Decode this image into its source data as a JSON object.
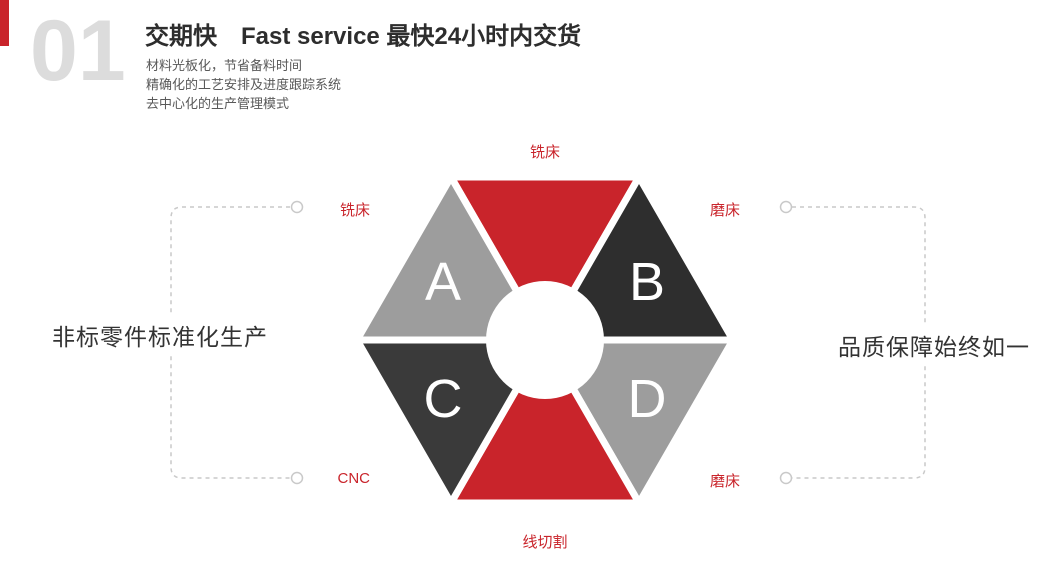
{
  "colors": {
    "accent": "#c9242b",
    "connector": "#c9c9c9",
    "title": "#2d2d2d",
    "subtitle": "#595959",
    "caption": "#333333",
    "index": "#dcdcdc",
    "letter": "#ffffff"
  },
  "header": {
    "index": "01",
    "title": "交期快　Fast service 最快24小时内交货",
    "subtitles": [
      "材料光板化，节省备料时间",
      "精确化的工艺安排及进度跟踪系统",
      "去中心化的生产管理模式"
    ]
  },
  "captions": {
    "left": "非标零件标准化生产",
    "right": "品质保障始终如一"
  },
  "diagram": {
    "labels": {
      "top": "铣床",
      "upper_left": "铣床",
      "upper_right": "磨床",
      "lower_left": "CNC",
      "lower_right": "磨床",
      "bottom": "线切割"
    },
    "segments": {
      "top": {
        "color": "#c9242b"
      },
      "upper_left": {
        "letter": "A",
        "color": "#9d9d9d"
      },
      "upper_right": {
        "letter": "B",
        "color": "#2e2e2e"
      },
      "lower_left": {
        "letter": "C",
        "color": "#3a3a3a"
      },
      "lower_right": {
        "letter": "D",
        "color": "#9d9d9d"
      },
      "bottom": {
        "color": "#c9242b"
      }
    }
  }
}
